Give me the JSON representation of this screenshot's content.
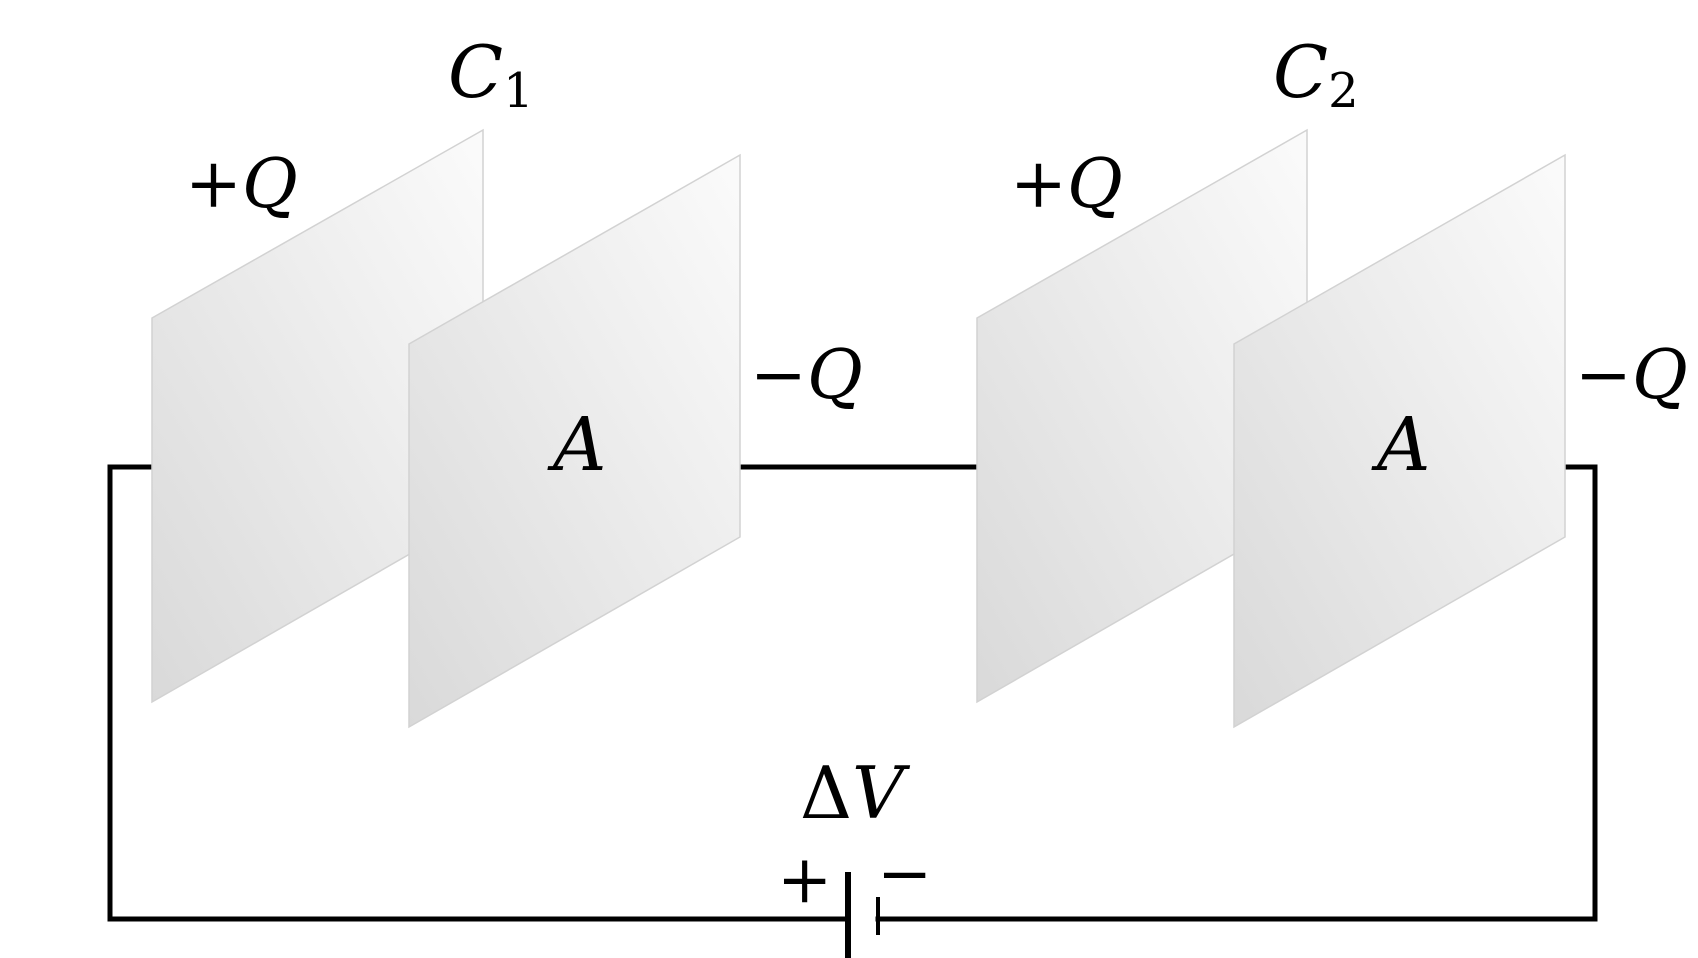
{
  "capacitor_1": {
    "name": "C",
    "subscript": "1",
    "positive_charge": "+Q",
    "negative_charge": "−Q",
    "area_label": "A"
  },
  "capacitor_2": {
    "name": "C",
    "subscript": "2",
    "positive_charge": "+Q",
    "negative_charge": "−Q",
    "area_label": "A"
  },
  "battery": {
    "voltage_delta": "Δ",
    "voltage_symbol": "V",
    "positive_terminal": "+",
    "negative_terminal": "−"
  },
  "colors": {
    "wire": "#000000",
    "plate_light": "#fbfbfb",
    "plate_dark": "#d9d9d9",
    "plate_edge": "#d2d2d2"
  }
}
